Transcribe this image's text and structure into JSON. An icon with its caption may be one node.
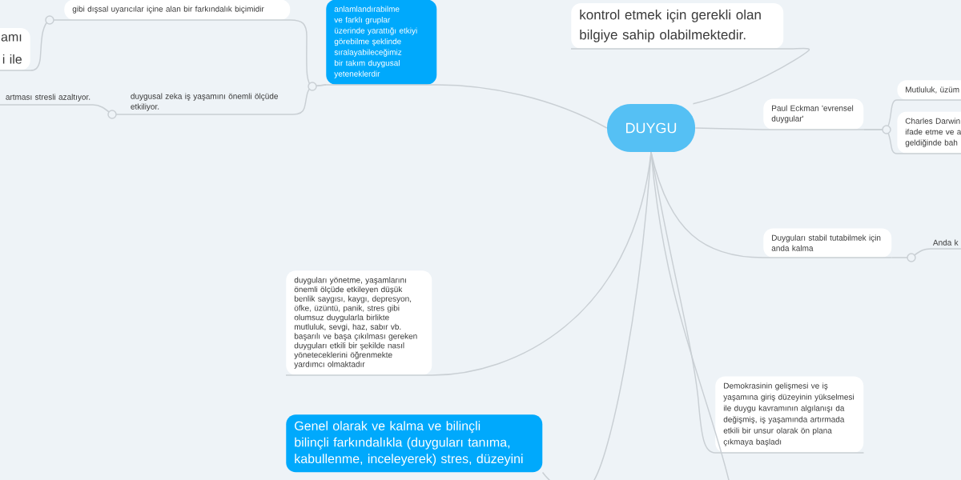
{
  "diagram": {
    "nodes": [
      {
        "text": [
          "DUYGU"
        ]
      },
      {
        "text": [
          "anlamlandırabilme ve farklı gruplar üzerinde yarattığı etkiyi görebilme şeklinde sıralayabileceğimiz bir takım duygusal yeteneklerdir"
        ]
      },
      {
        "text": [
          "kontrol etmek için gerekli olan bilgiye sahip olabilmektedir."
        ]
      },
      {
        "text": [
          "gibi dışsal uyarıcılar içine alan bir farkındalık biçimidir"
        ]
      },
      {
        "text": [
          "amı",
          "i ile"
        ]
      },
      {
        "text": [
          "duygusal zeka iş yaşamını önemli ölçüde etkiliyor."
        ]
      },
      {
        "text": [
          "artması stresli azaltıyor."
        ]
      },
      {
        "text": [
          "Paul Eckman 'evrensel duygular'"
        ]
      },
      {
        "text": [
          "Mutluluk, üzüm"
        ]
      },
      {
        "text": [
          "Charles Darwin ifade etme ve a geldiğinde bah"
        ]
      },
      {
        "text": [
          "Duyguları stabil tutabilmek için anda kalma"
        ]
      },
      {
        "text": [
          "Anda k"
        ]
      },
      {
        "text": [
          "duyguları yönetme, yaşamlarını önemli ölçüde etkileyen düşük benlik saygısı, kaygı, depresyon, öfke, üzüntü, panik, stres gibi olumsuz duygularla birlikte mutluluk, sevgi, haz, sabır vb. başarılı ve başa çıkılması gereken duyguları etkili bir şekilde nasıl yöneteceklerini öğrenmekte yardımcı olmaktadır"
        ]
      },
      {
        "text": [
          "Demokrasinin gelişmesi ve iş yaşamına giriş düzeyinin yükselmesi ile duygu kavramının algılanışı da değişmiş, iş yaşamında artırmada etkili bir unsur olarak ön plana çıkmaya başladı"
        ]
      },
      {
        "text": [
          "Genel olarak ve kalma ve bilinçli bilinçli farkındalıkla (duyguları tanıma, kabullenme, inceleyerek) stres, düzeyini"
        ]
      }
    ],
    "edges": [
      {
        "from": 0,
        "to": 1,
        "arrow": "none"
      },
      {
        "from": 1,
        "to": 3,
        "arrow": "none"
      },
      {
        "from": 3,
        "to": 4,
        "arrow": "none"
      },
      {
        "from": 1,
        "to": 5,
        "arrow": "none"
      },
      {
        "from": 5,
        "to": 6,
        "arrow": "none"
      },
      {
        "from": 0,
        "to": 2,
        "arrow": "none"
      },
      {
        "from": 0,
        "to": 7,
        "arrow": "none"
      },
      {
        "from": 7,
        "to": 8,
        "arrow": "none"
      },
      {
        "from": 7,
        "to": 9,
        "arrow": "none"
      },
      {
        "from": 0,
        "to": 10,
        "arrow": "none"
      },
      {
        "from": 10,
        "to": 11,
        "arrow": "none"
      },
      {
        "from": 0,
        "to": 12,
        "arrow": "none"
      },
      {
        "from": 0,
        "to": 13,
        "arrow": "none"
      },
      {
        "from": 0,
        "to": 14,
        "arrow": "none"
      },
      {
        "from": 0,
        "to": null,
        "arrow": "none"
      }
    ]
  }
}
